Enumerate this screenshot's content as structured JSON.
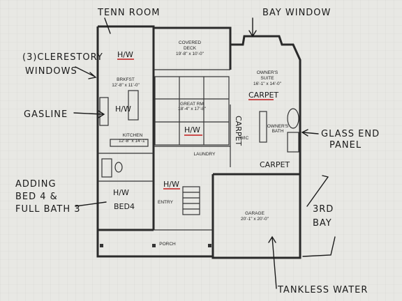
{
  "annotations": {
    "tenn_room": "TENN ROOM",
    "bay_window": "BAY WINDOW",
    "clerestory_1": "(3)CLERESTORY",
    "clerestory_2": "WINDOWS",
    "gasline": "GASLINE",
    "glass_end_1": "GLASS END",
    "glass_end_2": "PANEL",
    "adding_1": "ADDING",
    "adding_2": "BED 4 &",
    "adding_3": "FULL BATH 3",
    "third_bay_1": "3RD",
    "third_bay_2": "BAY",
    "tankless": "TANKLESS WATER"
  },
  "rooms": {
    "covered_deck": "COVERED",
    "covered_deck_2": "DECK",
    "covered_deck_dim": "19'-8\" x 10'-0\"",
    "owners_suite": "OWNER'S",
    "owners_suite_2": "SUITE",
    "owners_suite_dim": "16'-1\" x 14'-0\"",
    "brkfst": "BRKFST",
    "brkfst_dim": "12'-8\" x 11'-0\"",
    "great_rm": "GREAT RM",
    "great_rm_dim": "18'-4\" x 17'-8\"",
    "kitchen": "KITCHEN",
    "kitchen_dim": "12'-8\" x 14'-1\"",
    "owners_bath": "OWNER'S",
    "owners_bath_2": "BATH",
    "wic": "WIC",
    "laundry": "LAUNDRY",
    "entry": "ENTRY",
    "garage": "GARAGE",
    "garage_dim": "20'-1\" x 20'-0\"",
    "porch": "PORCH"
  },
  "marks": {
    "hw1": "H/W",
    "hw2": "H/W",
    "hw3": "H/W",
    "hw4": "H/W",
    "hw5": "H/W",
    "bed4": "BED4",
    "carpet1": "CARPET",
    "carpet2": "CARPET",
    "carpet3": "CARPET"
  }
}
